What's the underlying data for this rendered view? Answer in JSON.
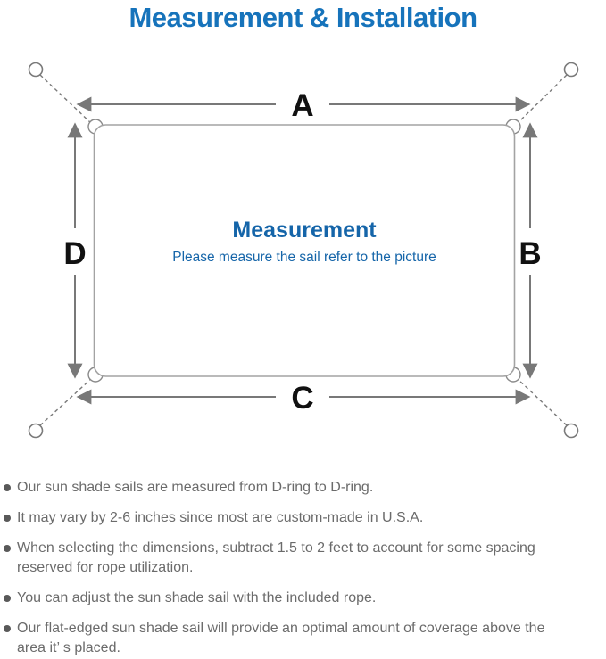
{
  "title": "Measurement & Installation",
  "diagram": {
    "labels": {
      "top": "A",
      "right": "B",
      "bottom": "C",
      "left": "D"
    },
    "center_heading": "Measurement",
    "center_subtext": "Please measure the sail refer to the picture"
  },
  "colors": {
    "title_blue": "#1673bb",
    "center_blue": "#1565a9",
    "line_gray": "#787878",
    "rect_border_gray": "#a3a3a3",
    "label_black": "#111111",
    "bullet_text_gray": "#6b6b6b",
    "bullet_dot_gray": "#595959"
  },
  "bullets": [
    "Our sun shade sails are measured from D-ring to D-ring.",
    "It may vary by 2-6 inches since most are custom-made in U.S.A.",
    "When selecting the dimensions, subtract 1.5 to 2 feet to account for some spacing reserved for rope utilization.",
    "You can adjust the sun shade sail with the included rope.",
    "Our flat-edged sun shade sail will provide an optimal amount of coverage above the area it’ s placed."
  ]
}
